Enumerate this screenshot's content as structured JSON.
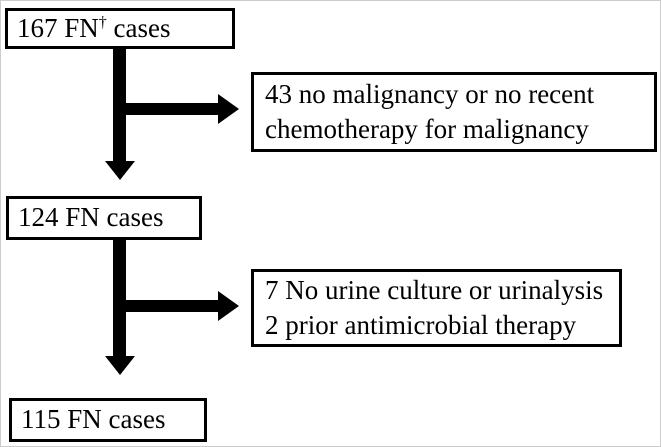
{
  "diagram": {
    "type": "flowchart",
    "colors": {
      "line": "#000000",
      "text": "#000000",
      "background": "#ffffff"
    },
    "nodes": {
      "top": {
        "prefix": "167 FN",
        "superscript": "†",
        "suffix": " cases"
      },
      "exclusion1": {
        "line1": "43 no malignancy or no recent",
        "line2": "chemotherapy for malignancy"
      },
      "mid": {
        "label": "124 FN cases"
      },
      "exclusion2": {
        "line1": "7 No urine culture or urinalysis",
        "line2": "2 prior antimicrobial therapy"
      },
      "bottom": {
        "label": "115 FN cases"
      }
    }
  }
}
